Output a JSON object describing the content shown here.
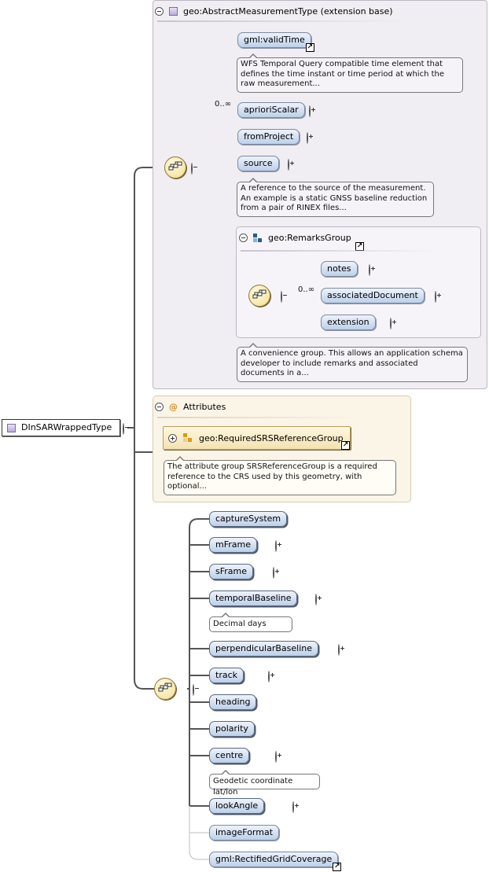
{
  "root": {
    "label": "DInSARWrappedType"
  },
  "extension_box": {
    "title": "geo:AbstractMeasurementType (extension base)",
    "elements": [
      {
        "label": "gml:validTime",
        "doc": "WFS Temporal Query compatible time element that defines the time instant or time period at which the raw measurement..."
      },
      {
        "label": "aprioriScalar",
        "cardinality": "0..∞"
      },
      {
        "label": "fromProject"
      },
      {
        "label": "source",
        "doc": "A reference to the source of the measurement. An example is a static GNSS baseline reduction from a pair of RINEX files..."
      }
    ],
    "remarks_group": {
      "title": "geo:RemarksGroup",
      "elements": [
        {
          "label": "notes"
        },
        {
          "label": "associatedDocument",
          "cardinality": "0..∞"
        },
        {
          "label": "extension"
        }
      ],
      "doc": "A convenience group. This allows an application schema developer to include remarks and associated documents in a..."
    }
  },
  "attributes": {
    "title": "Attributes",
    "group_label": "geo:RequiredSRSReferenceGroup",
    "doc": "The attribute group SRSReferenceGroup is a required reference to the CRS used by this geometry, with optional..."
  },
  "sequence_elements": [
    {
      "label": "captureSystem"
    },
    {
      "label": "mFrame"
    },
    {
      "label": "sFrame"
    },
    {
      "label": "temporalBaseline",
      "doc": "Decimal days"
    },
    {
      "label": "perpendicularBaseline"
    },
    {
      "label": "track"
    },
    {
      "label": "heading"
    },
    {
      "label": "polarity"
    },
    {
      "label": "centre",
      "doc": "Geodetic coordinate lat/lon"
    },
    {
      "label": "lookAngle"
    },
    {
      "label": "imageFormat"
    },
    {
      "label": "gml:RectifiedGridCoverage"
    }
  ],
  "icons": {
    "ref_badge": "↗",
    "attribute_symbol": "@"
  },
  "colors": {
    "element_fill_top": "#eef3fb",
    "element_fill_bottom": "#bcd0ea",
    "extension_bg": "#f0eef2",
    "attributes_bg": "#fbf5e8",
    "sequence_fill": "#f2de8f"
  }
}
